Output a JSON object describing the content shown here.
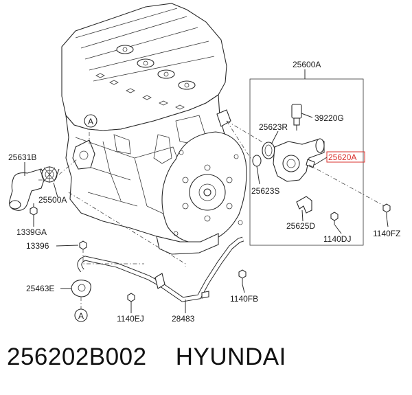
{
  "callouts": {
    "p25600A": "25600A",
    "p39220G": "39220G",
    "p25623R": "25623R",
    "p25620A": "25620A",
    "p25623S": "25623S",
    "p25625D": "25625D",
    "p1140DJ": "1140DJ",
    "p1140FZ": "1140FZ",
    "p25631B": "25631B",
    "p25500A": "25500A",
    "p1339GA": "1339GA",
    "p13396": "13396",
    "p25463E": "25463E",
    "p1140EJ": "1140EJ",
    "p28483": "28483",
    "p1140FB": "1140FB",
    "markerA1": "A",
    "markerA2": "A"
  },
  "colors": {
    "highlight": "#d9302c",
    "ink": "#1a1a1a"
  },
  "footer": {
    "part_number": "256202B002",
    "brand": "HYUNDAI"
  }
}
